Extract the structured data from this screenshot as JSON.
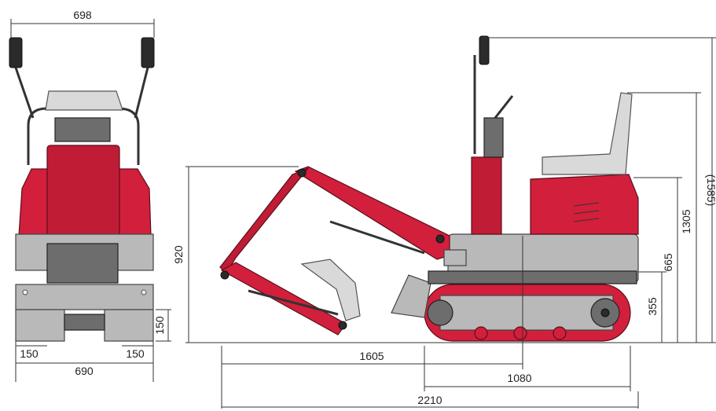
{
  "dimensions": {
    "front_top_width": "698",
    "front_track_width": "690",
    "front_track_left": "150",
    "front_track_right": "150",
    "front_blade_height": "150",
    "side_dig_height": "920",
    "side_reach_front": "1605",
    "side_track_length": "1080",
    "side_total_length": "2210",
    "side_body_height": "355",
    "side_seat_height": "665",
    "side_overall_height": "1305",
    "side_roll_bar_height": "(1585)"
  },
  "colors": {
    "body": "#d21f3c",
    "undercarriage": "#b9b9b9",
    "outline": "#333333"
  }
}
